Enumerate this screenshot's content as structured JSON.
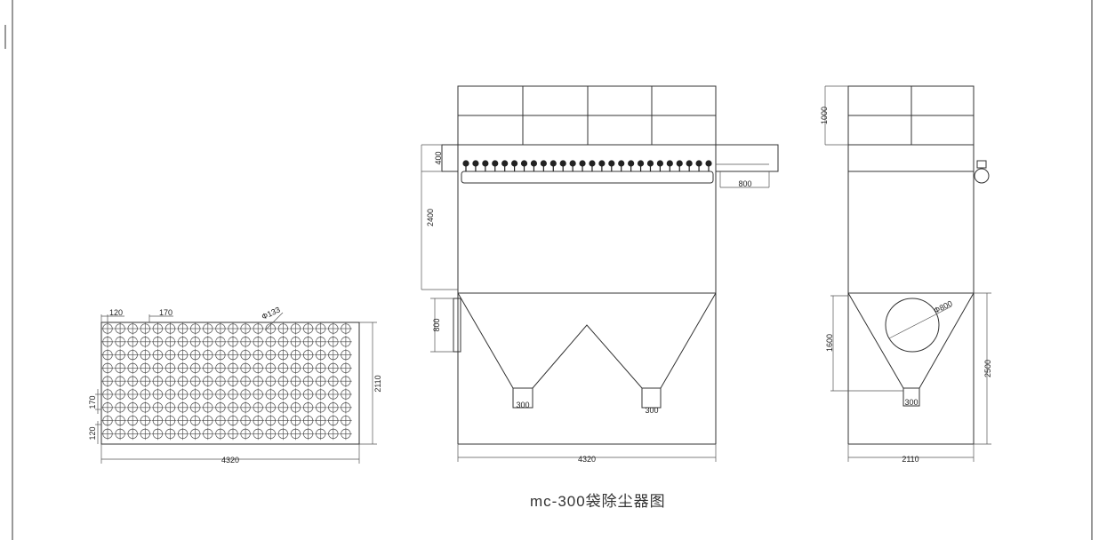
{
  "title": "mc-300袋除尘器图",
  "plan_view": {
    "dim_hole_pitch_x_a": "120",
    "dim_hole_pitch_x_b": "170",
    "dim_hole_dia": "Ф133",
    "dim_pitch_y_a": "170",
    "dim_pitch_y_b": "120",
    "dim_width": "4320",
    "dim_height": "2110"
  },
  "front_view": {
    "dim_400": "400",
    "dim_800_top": "800",
    "dim_2400": "2400",
    "dim_800_side": "800",
    "dim_outlet_left": "300",
    "dim_outlet_right": "300",
    "dim_width": "4320",
    "valve_count": 26
  },
  "side_view": {
    "dim_1000": "1000",
    "dim_inlet_dia": "Ф800",
    "dim_1600": "1600",
    "dim_2500": "2500",
    "dim_outlet": "300",
    "dim_width": "2110"
  }
}
